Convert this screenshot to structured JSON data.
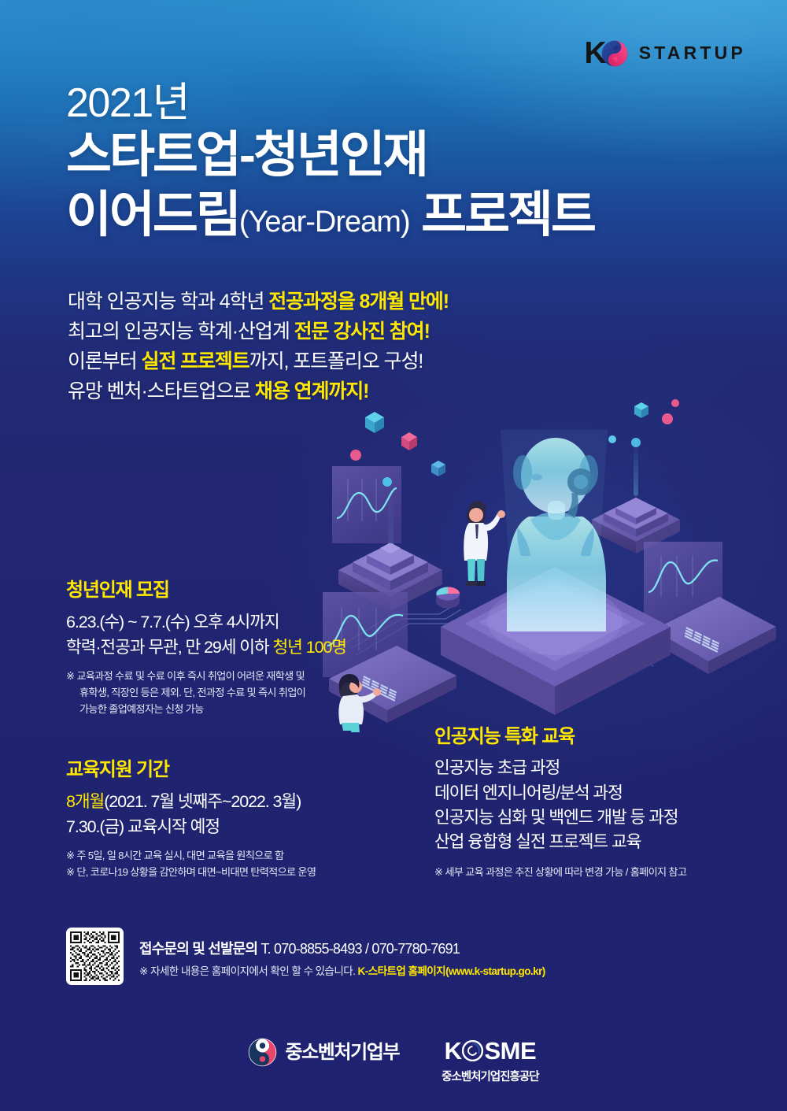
{
  "brand": {
    "kstartup_k": "K",
    "kstartup_word": "STARTUP",
    "logo_colors": {
      "k_black": "#151515",
      "taegeuk_blue": "#1e3a8a",
      "taegeuk_pink": "#e8336d"
    }
  },
  "theme": {
    "bg_top": "#2c8fcd",
    "bg_bottom": "#1e2270",
    "accent_yellow": "#ffe800",
    "text_white": "#ffffff"
  },
  "title": {
    "year": "2021년",
    "line1": "스타트업-청년인재",
    "line2_ko": "이어드림",
    "line2_en": "(Year-Dream)",
    "line2_tail": " 프로젝트"
  },
  "lead": [
    {
      "pre": "대학 인공지능 학과 4학년 ",
      "hl": "전공과정을 8개월 만에!",
      "post": ""
    },
    {
      "pre": "최고의 인공지능 학계·산업계 ",
      "hl": "전문 강사진 참여!",
      "post": ""
    },
    {
      "pre": "이론부터 ",
      "hl": "실전 프로젝트",
      "post": "까지, 포트폴리오 구성!"
    },
    {
      "pre": "유망 벤처·스타트업으로 ",
      "hl": "채용 연계까지!",
      "post": ""
    }
  ],
  "recruit": {
    "heading": "청년인재 모집",
    "line1": "6.23.(수) ~ 7.7.(수) 오후 4시까지",
    "line2_pre": "학력·전공과 무관, 만 29세 이하 ",
    "line2_hl": "청년 100명",
    "notes": [
      "※ 교육과정 수료 및 수료 이후 즉시 취업이 어려운 재학생 및",
      "휴학생, 직장인 등은 제외. 단, 전과정 수료 및 즉시 취업이",
      "가능한 졸업예정자는 신청 가능"
    ]
  },
  "period": {
    "heading": "교육지원 기간",
    "line1_hl": "8개월",
    "line1_rest": "(2021. 7월 넷째주~2022. 3월)",
    "line2": "7.30.(금) 교육시작 예정",
    "notes": [
      "※ 주 5일, 일 8시간 교육 실시, 대면 교육을 원칙으로 함",
      "※ 단, 코로나19 상황을 감안하며 대면~비대면 탄력적으로 운영"
    ]
  },
  "ai_education": {
    "heading": "인공지능 특화 교육",
    "courses": [
      "인공지능 초급 과정",
      "데이터 엔지니어링/분석 과정",
      "인공지능 심화 및 백엔드 개발 등 과정",
      "산업 융합형 실전 프로젝트 교육"
    ],
    "note": "※ 세부 교육 과정은 추진 상황에 따라 변경 가능 / 홈페이지 참고"
  },
  "contact": {
    "label": "접수문의 및 선발문의",
    "phones": " T. 070-8855-8493 / 070-7780-7691",
    "note_pre": "※ 자세한 내용은 홈페이지에서 확인 할 수 있습니다. ",
    "note_site": "K-스타트업 홈페이지(www.k-startup.go.kr)"
  },
  "footer": {
    "ministry": "중소벤처기업부",
    "kosme_k": "K",
    "kosme_s": "SME",
    "kosme_sub": "중소벤처기업진흥공단"
  },
  "illustration": {
    "alt": "isometric AI hologram robot on platform with laptops, charts, pyramids and people",
    "elements": [
      "ai-hologram-figure",
      "isometric-platform",
      "laptop-left",
      "laptop-right",
      "laptop-bottom",
      "pyramid-left",
      "pyramid-right",
      "floating-cubes",
      "person-standing",
      "person-sitting",
      "pie-chart-3d",
      "circuit-traces"
    ]
  }
}
